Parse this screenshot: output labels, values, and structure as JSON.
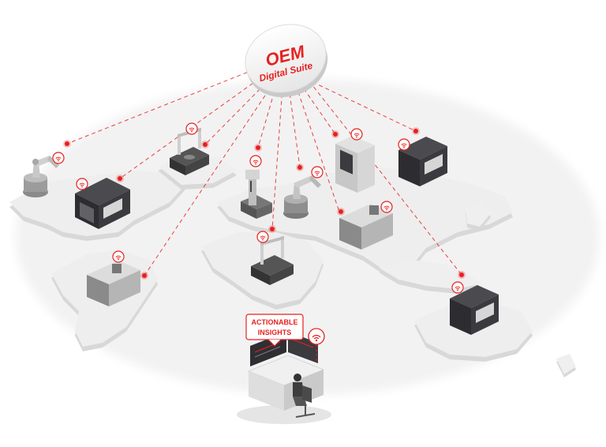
{
  "hub": {
    "line1": "OEM",
    "line2": "Digital Suite"
  },
  "insights": {
    "line1": "ACTIONABLE",
    "line2": "INSIGHTS"
  },
  "colors": {
    "accent": "#e8201f",
    "land": "#ececec",
    "land_edge": "#d6d6d6",
    "machine_dark": "#2f2f33",
    "machine_light": "#cfcfcf"
  },
  "machines": [
    {
      "kind": "robot-arm"
    },
    {
      "kind": "cnc-machine"
    },
    {
      "kind": "measuring-machine"
    },
    {
      "kind": "drill-press"
    },
    {
      "kind": "robot-arm"
    },
    {
      "kind": "vertical-mill"
    },
    {
      "kind": "cnc-machine"
    },
    {
      "kind": "lathe"
    },
    {
      "kind": "measuring-machine"
    },
    {
      "kind": "lathe"
    },
    {
      "kind": "cnc-machine"
    }
  ]
}
